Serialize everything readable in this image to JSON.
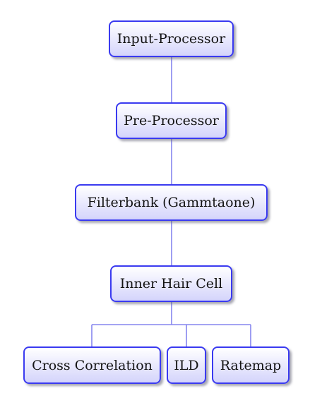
{
  "nodes": {
    "input_processor": "Input-Processor",
    "pre_processor": "Pre-Processor",
    "filterbank": "Filterbank (Gammtaone)",
    "inner_hair_cell": "Inner Hair Cell",
    "cross_correlation": "Cross Correlation",
    "ild": "ILD",
    "ratemap": "Ratemap"
  },
  "colors": {
    "node_border": "#3a3af0",
    "node_fill_top": "#ffffff",
    "node_fill_bottom": "#d4d4fb",
    "connector": "#8585ee"
  }
}
